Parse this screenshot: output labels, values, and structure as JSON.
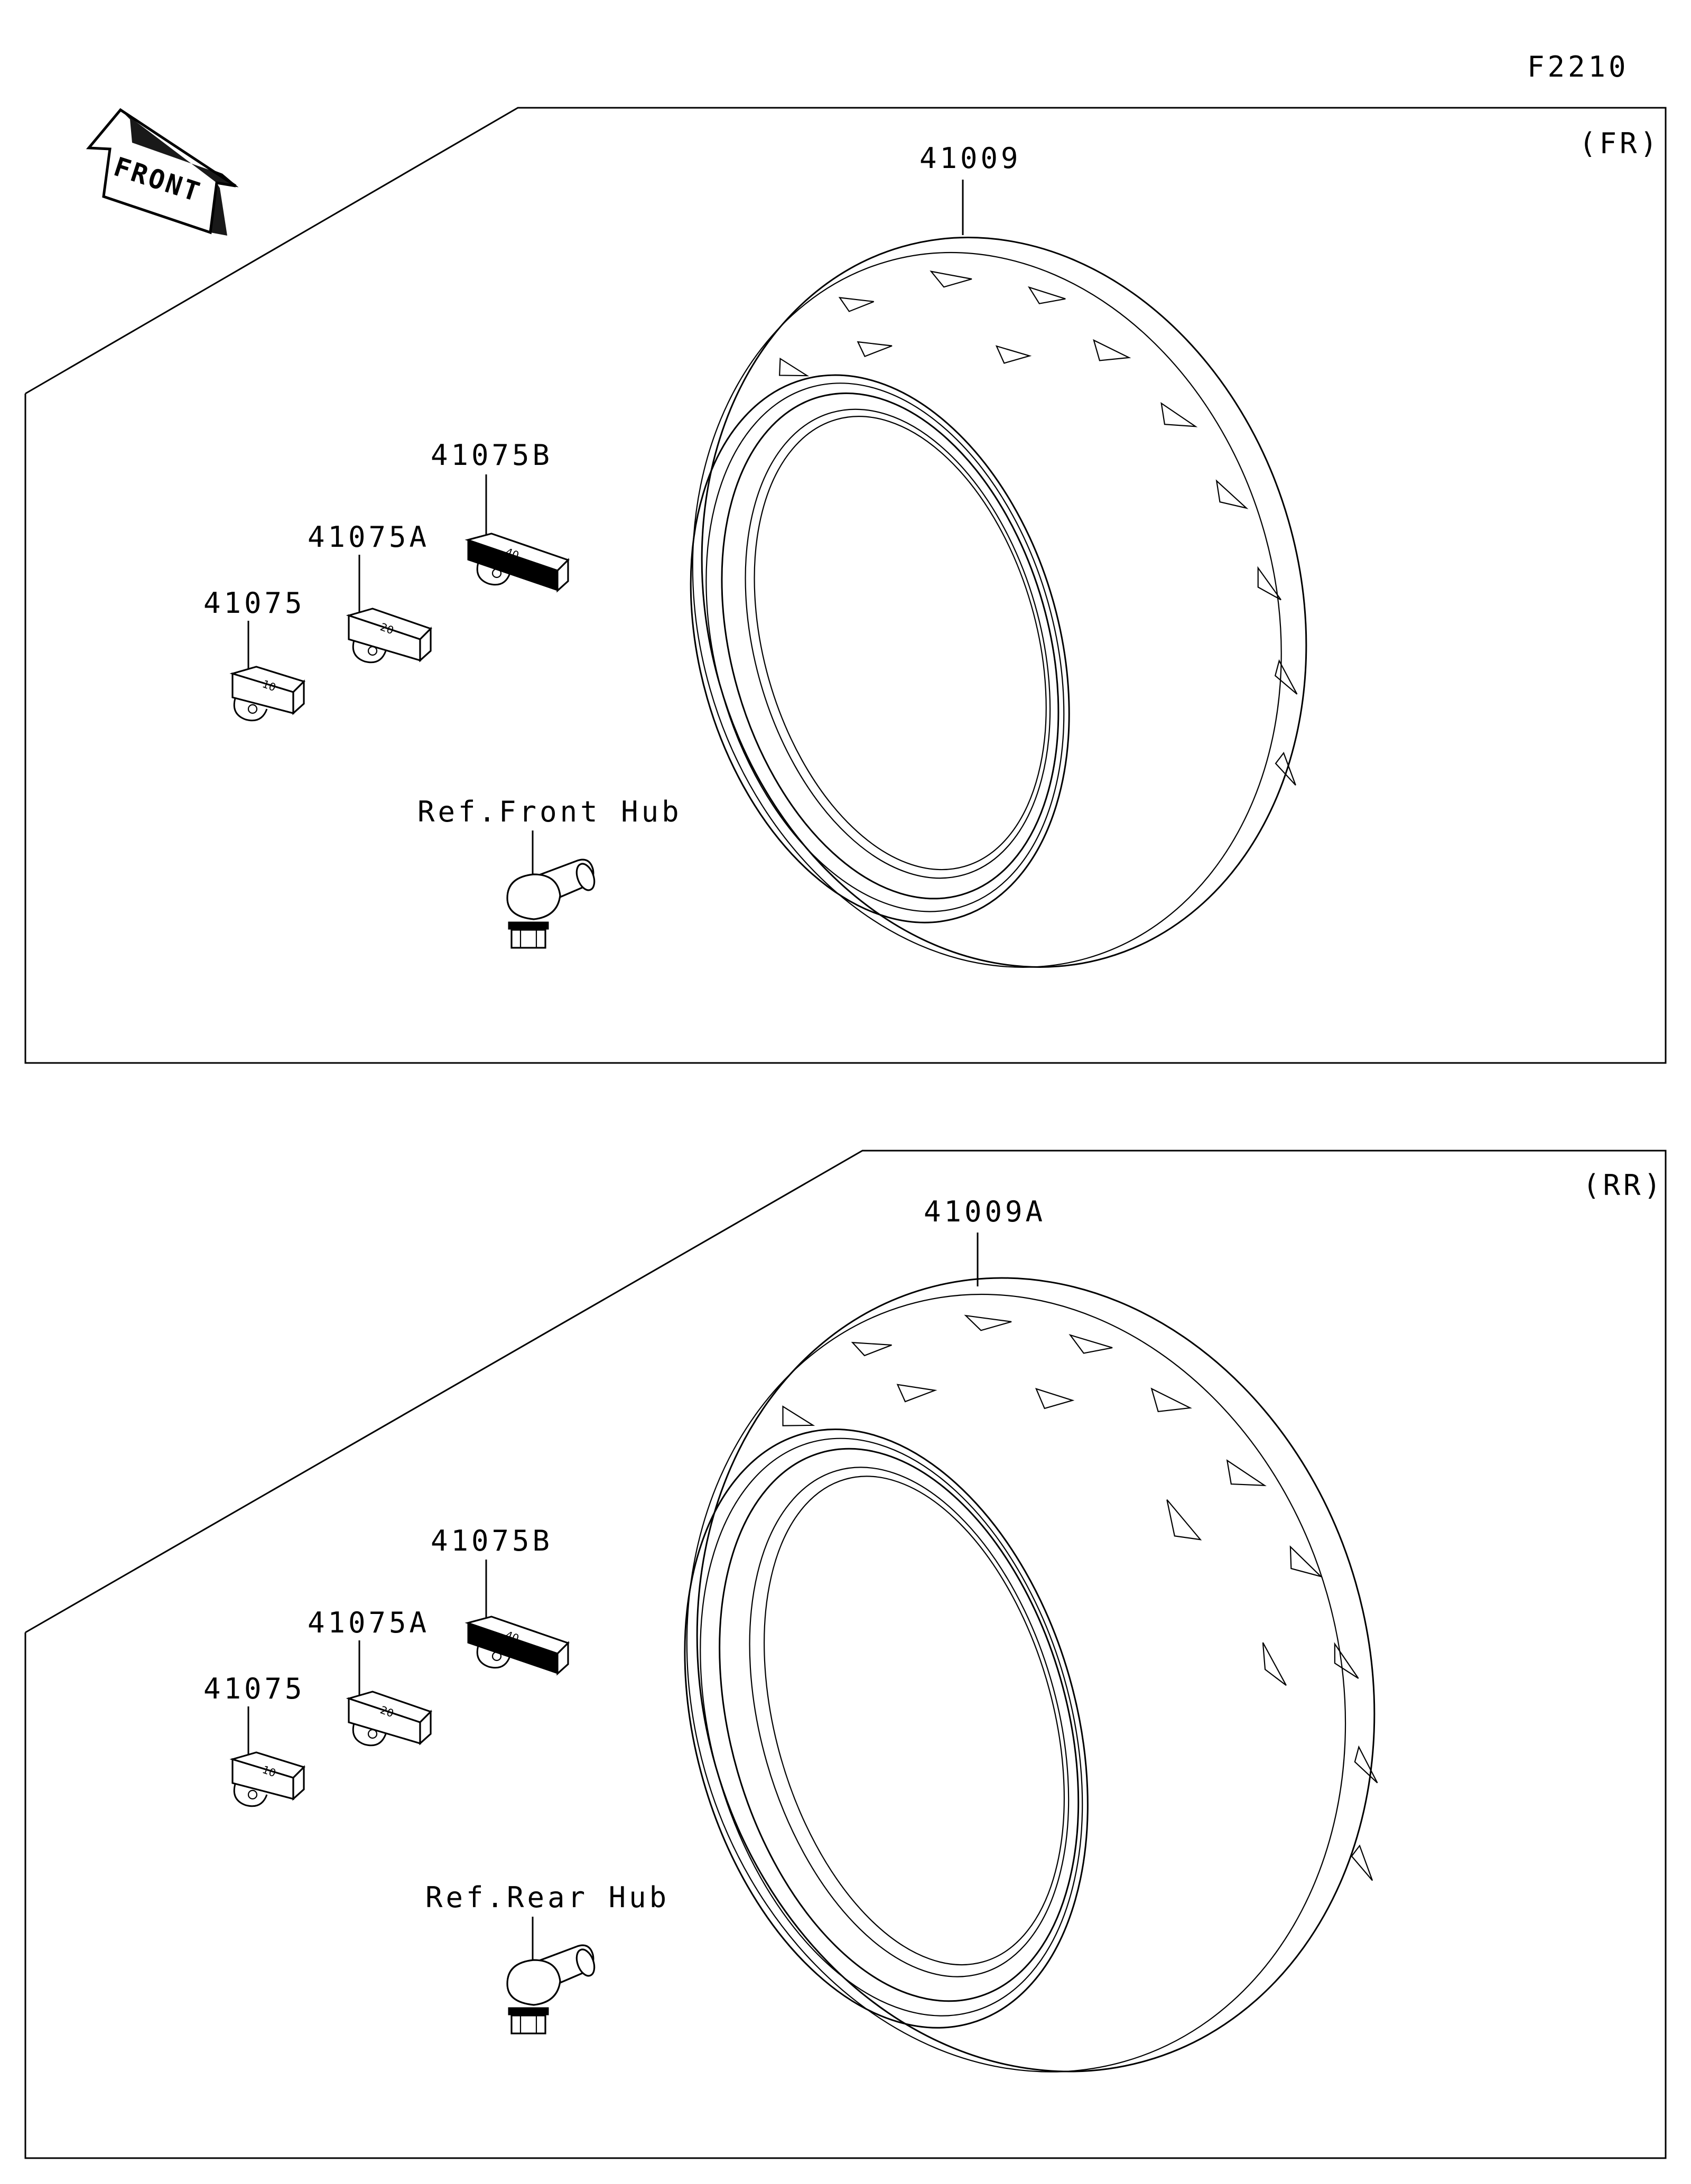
{
  "figure_code": "F2210",
  "front_label": "FRONT",
  "panels": [
    {
      "section": "(FR)",
      "tire_part": "41009",
      "weights": [
        "41075",
        "41075A",
        "41075B"
      ],
      "weight_marks": [
        "10",
        "20",
        "40"
      ],
      "valve_ref": "Ref.Front Hub"
    },
    {
      "section": "(RR)",
      "tire_part": "41009A",
      "weights": [
        "41075",
        "41075A",
        "41075B"
      ],
      "weight_marks": [
        "10",
        "20",
        "40"
      ],
      "valve_ref": "Ref.Rear Hub"
    }
  ]
}
